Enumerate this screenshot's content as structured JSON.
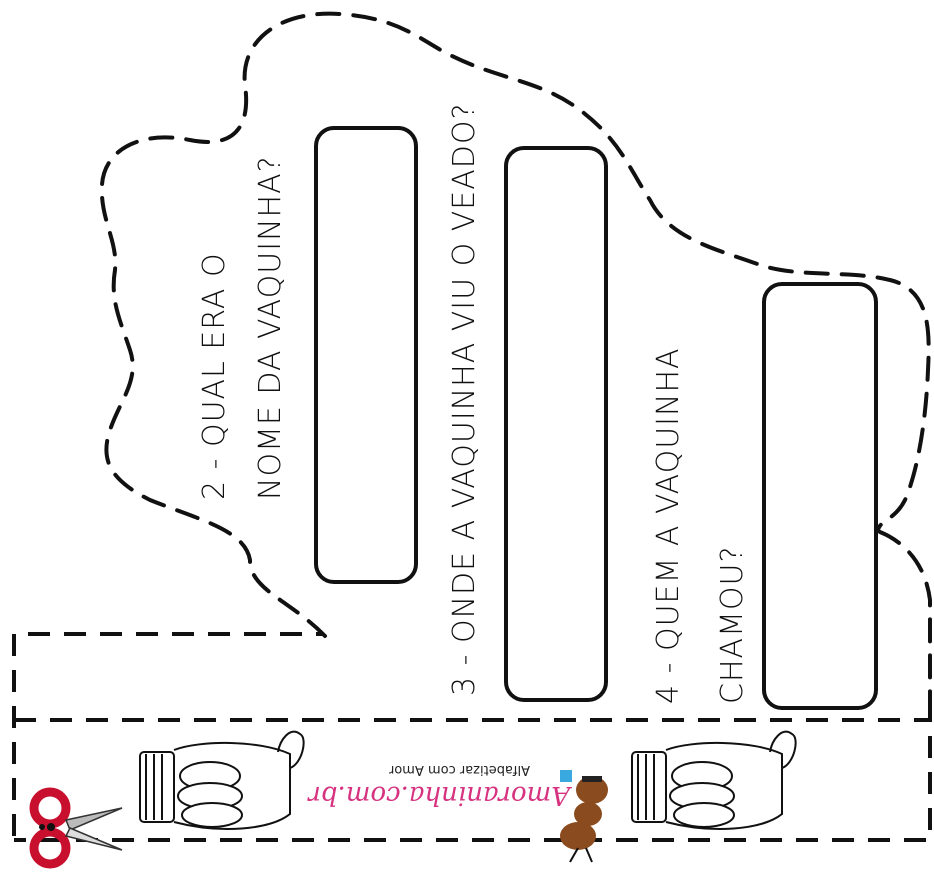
{
  "questions": [
    {
      "line1": "2 - QUAL ERA O",
      "line2": "NOME DA VAQUINHA?"
    },
    {
      "line1": "3 - ONDE A VAQUINHA VIU O VEADO?"
    },
    {
      "line1": "4 - QUEM A VAQUINHA",
      "line2": "CHAMOU?"
    }
  ],
  "watermark": {
    "brand": "Amoraninha.com.br",
    "tagline": "Alfabetizar com Amor"
  },
  "colors": {
    "ink": "#111111",
    "brand_pink": "#d6327f",
    "scissors_red": "#c8102e"
  }
}
